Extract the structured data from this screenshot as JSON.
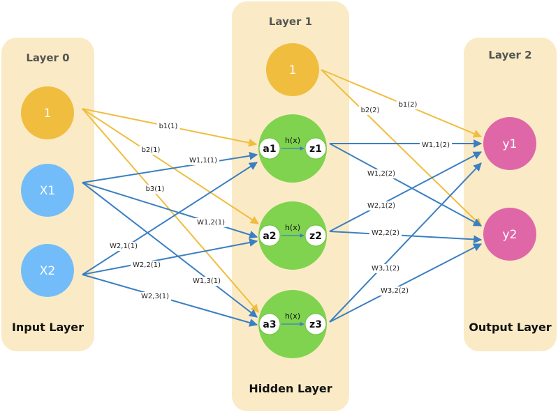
{
  "colors": {
    "panel": "#faebc6",
    "bias_node": "#f0bd3f",
    "input_node": "#72bdf9",
    "hidden_node": "#7fd34e",
    "output_node": "#e067a7",
    "bias_edge": "#f0bd3f",
    "weight_edge": "#3a7fc2"
  },
  "layers": [
    {
      "title": "Layer 0",
      "footer": "Input Layer",
      "nodes": [
        {
          "id": "b0",
          "label": "1",
          "kind": "bias"
        },
        {
          "id": "x1",
          "label": "X1",
          "kind": "input"
        },
        {
          "id": "x2",
          "label": "X2",
          "kind": "input"
        }
      ]
    },
    {
      "title": "Layer 1",
      "footer": "Hidden Layer",
      "nodes": [
        {
          "id": "b1",
          "label": "1",
          "kind": "bias"
        },
        {
          "id": "h1",
          "label": "",
          "kind": "hidden",
          "in": "a1",
          "out": "z1",
          "fn": "h(x)"
        },
        {
          "id": "h2",
          "label": "",
          "kind": "hidden",
          "in": "a2",
          "out": "z2",
          "fn": "h(x)"
        },
        {
          "id": "h3",
          "label": "",
          "kind": "hidden",
          "in": "a3",
          "out": "z3",
          "fn": "h(x)"
        }
      ]
    },
    {
      "title": "Layer 2",
      "footer": "Output Layer",
      "nodes": [
        {
          "id": "y1",
          "label": "y1",
          "kind": "output"
        },
        {
          "id": "y2",
          "label": "y2",
          "kind": "output"
        }
      ]
    }
  ],
  "edges": [
    {
      "from": "b0",
      "to": "h1",
      "label": "b1(1)",
      "kind": "bias"
    },
    {
      "from": "b0",
      "to": "h2",
      "label": "b2(1)",
      "kind": "bias"
    },
    {
      "from": "b0",
      "to": "h3",
      "label": "b3(1)",
      "kind": "bias"
    },
    {
      "from": "x1",
      "to": "h1",
      "label": "W1,1(1)",
      "kind": "weight"
    },
    {
      "from": "x1",
      "to": "h2",
      "label": "W1,2(1)",
      "kind": "weight"
    },
    {
      "from": "x1",
      "to": "h3",
      "label": "W1,3(1)",
      "kind": "weight"
    },
    {
      "from": "x2",
      "to": "h1",
      "label": "W2,1(1)",
      "kind": "weight"
    },
    {
      "from": "x2",
      "to": "h2",
      "label": "W2,2(1)",
      "kind": "weight"
    },
    {
      "from": "x2",
      "to": "h3",
      "label": "W2,3(1)",
      "kind": "weight"
    },
    {
      "from": "b1",
      "to": "y1",
      "label": "b1(2)",
      "kind": "bias"
    },
    {
      "from": "b1",
      "to": "y2",
      "label": "b2(2)",
      "kind": "bias"
    },
    {
      "from": "h1",
      "to": "y1",
      "label": "W1,1(2)",
      "kind": "weight"
    },
    {
      "from": "h1",
      "to": "y2",
      "label": "W1,2(2)",
      "kind": "weight"
    },
    {
      "from": "h2",
      "to": "y1",
      "label": "W2,1(2)",
      "kind": "weight"
    },
    {
      "from": "h2",
      "to": "y2",
      "label": "W2,2(2)",
      "kind": "weight"
    },
    {
      "from": "h3",
      "to": "y1",
      "label": "W3,1(2)",
      "kind": "weight"
    },
    {
      "from": "h3",
      "to": "y2",
      "label": "W3,2(2)",
      "kind": "weight"
    }
  ]
}
